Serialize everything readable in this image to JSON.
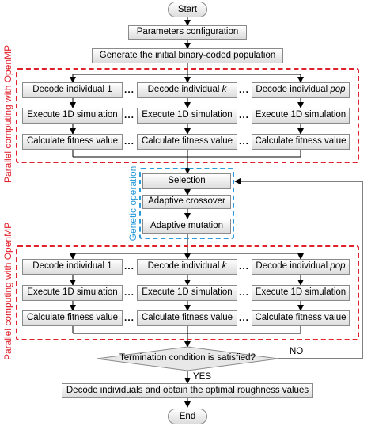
{
  "start": "Start",
  "end": "End",
  "params": "Parameters configuration",
  "init_pop": "Generate the initial binary-coded population",
  "parallel_label": "Parallel computing with OpenMP",
  "genetic_label": "Genetic operation",
  "decode": {
    "prefix": "Decode individual ",
    "first": "1",
    "k": "k",
    "pop": "pop"
  },
  "simulate": "Execute 1D simulation",
  "fitness": "Calculate fitness value",
  "dots": "...",
  "selection": "Selection",
  "crossover": "Adaptive crossover",
  "mutation": "Adaptive mutation",
  "termination": "Termination condition is satisfied?",
  "no": "NO",
  "yes": "YES",
  "final": "Decode individuals and obtain the optimal roughness values"
}
